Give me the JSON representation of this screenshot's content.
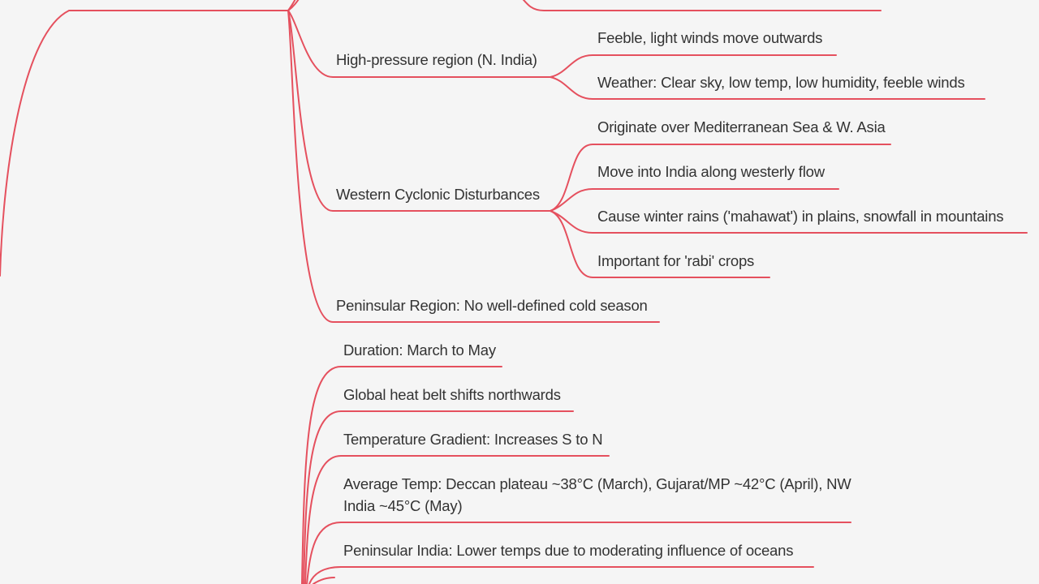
{
  "mindmap": {
    "line_color": "#e5505e",
    "background": "#f5f5f5",
    "text_color": "#333333",
    "cold_season": {
      "high_pressure": {
        "label": "High-pressure region (N. India)",
        "children": [
          "Feeble, light winds move outwards",
          "Weather: Clear sky, low temp, low humidity, feeble winds"
        ]
      },
      "western_disturbances": {
        "label": "Western Cyclonic Disturbances",
        "children": [
          "Originate over Mediterranean Sea & W. Asia",
          "Move into India along westerly flow",
          "Cause winter rains ('mahawat') in plains, snowfall in mountains",
          "Important for 'rabi' crops"
        ]
      },
      "peninsular": {
        "label": "Peninsular Region: No well-defined cold season"
      }
    },
    "hot_season": {
      "children": [
        "Duration: March to May",
        "Global heat belt shifts northwards",
        "Temperature Gradient: Increases S to N",
        "Average Temp: Deccan plateau ~38°C (March), Gujarat/MP ~42°C (April), NW India ~45°C (May)",
        "Peninsular India: Lower temps due to moderating influence of oceans"
      ]
    }
  }
}
